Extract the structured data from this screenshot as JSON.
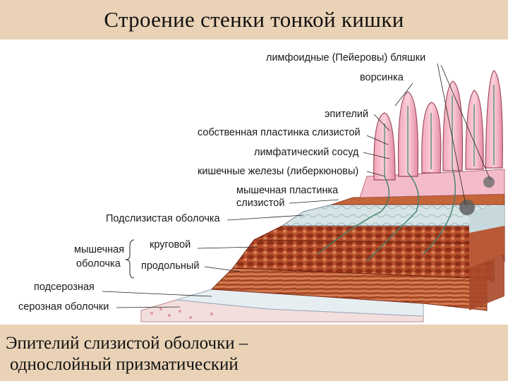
{
  "title": "Строение стенки тонкой кишки",
  "labels": {
    "lymphoid_plaques": "лимфоидные (Пейеровы) бляшки",
    "villus": "ворсинка",
    "epithelium": "эпителий",
    "lamina_propria": "собственная пластинка слизистой",
    "lymph_vessel": "лимфатический сосуд",
    "glands": "кишечные железы (либеркюновы)",
    "muscularis_mucosae_1": "мышечная пластинка",
    "muscularis_mucosae_2": "слизистой",
    "submucosa": "Подслизистая оболочка",
    "muscular_1": "мышечная",
    "muscular_2": "оболочка",
    "circular": "круговой",
    "longitudinal": "продольный",
    "subserosa": "подсерозная",
    "serosa": "серозная оболочки"
  },
  "caption": {
    "line1": "Эпителий слизистой оболочки –",
    "line2": "однослойный призматический"
  }
}
